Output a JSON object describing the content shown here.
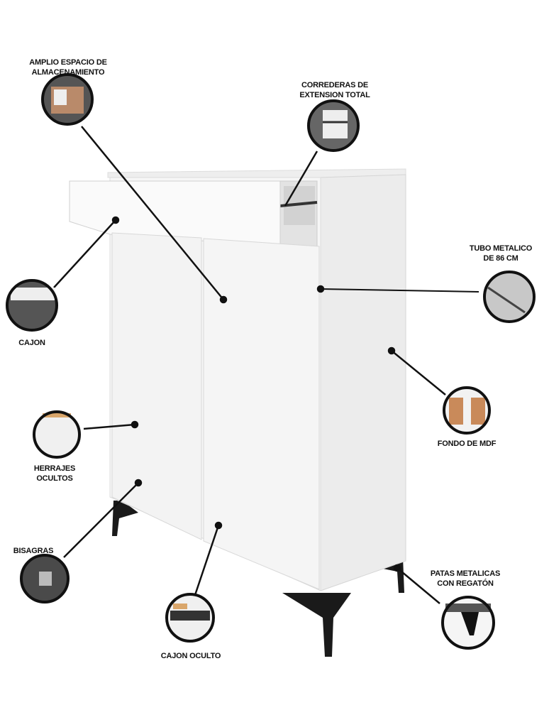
{
  "callouts": [
    {
      "id": "amplio",
      "label_line1": "AMPLIO ESPACIO DE",
      "label_line2": "ALMACENAMIENTO"
    },
    {
      "id": "correderas",
      "label_line1": "CORREDERAS DE",
      "label_line2": "EXTENSION TOTAL"
    },
    {
      "id": "cajon",
      "label_line1": "CAJON"
    },
    {
      "id": "tubo",
      "label_line1": "TUBO METALICO",
      "label_line2": "DE 86 CM"
    },
    {
      "id": "fondo",
      "label_line1": "FONDO DE MDF"
    },
    {
      "id": "herrajes",
      "label_line1": "HERRAJES",
      "label_line2": "OCULTOS"
    },
    {
      "id": "bisagras",
      "label_line1": "BISAGRAS"
    },
    {
      "id": "cajon_oculto",
      "label_line1": "CAJON OCULTO"
    },
    {
      "id": "patas",
      "label_line1": "PATAS METALICAS",
      "label_line2": "CON REGATÓN"
    }
  ],
  "colors": {
    "line": "#111111",
    "cabinet": "#f4f4f4",
    "side": "#e6e6e6",
    "leg": "#1a1a1a",
    "mdf": "#c98a5a"
  }
}
